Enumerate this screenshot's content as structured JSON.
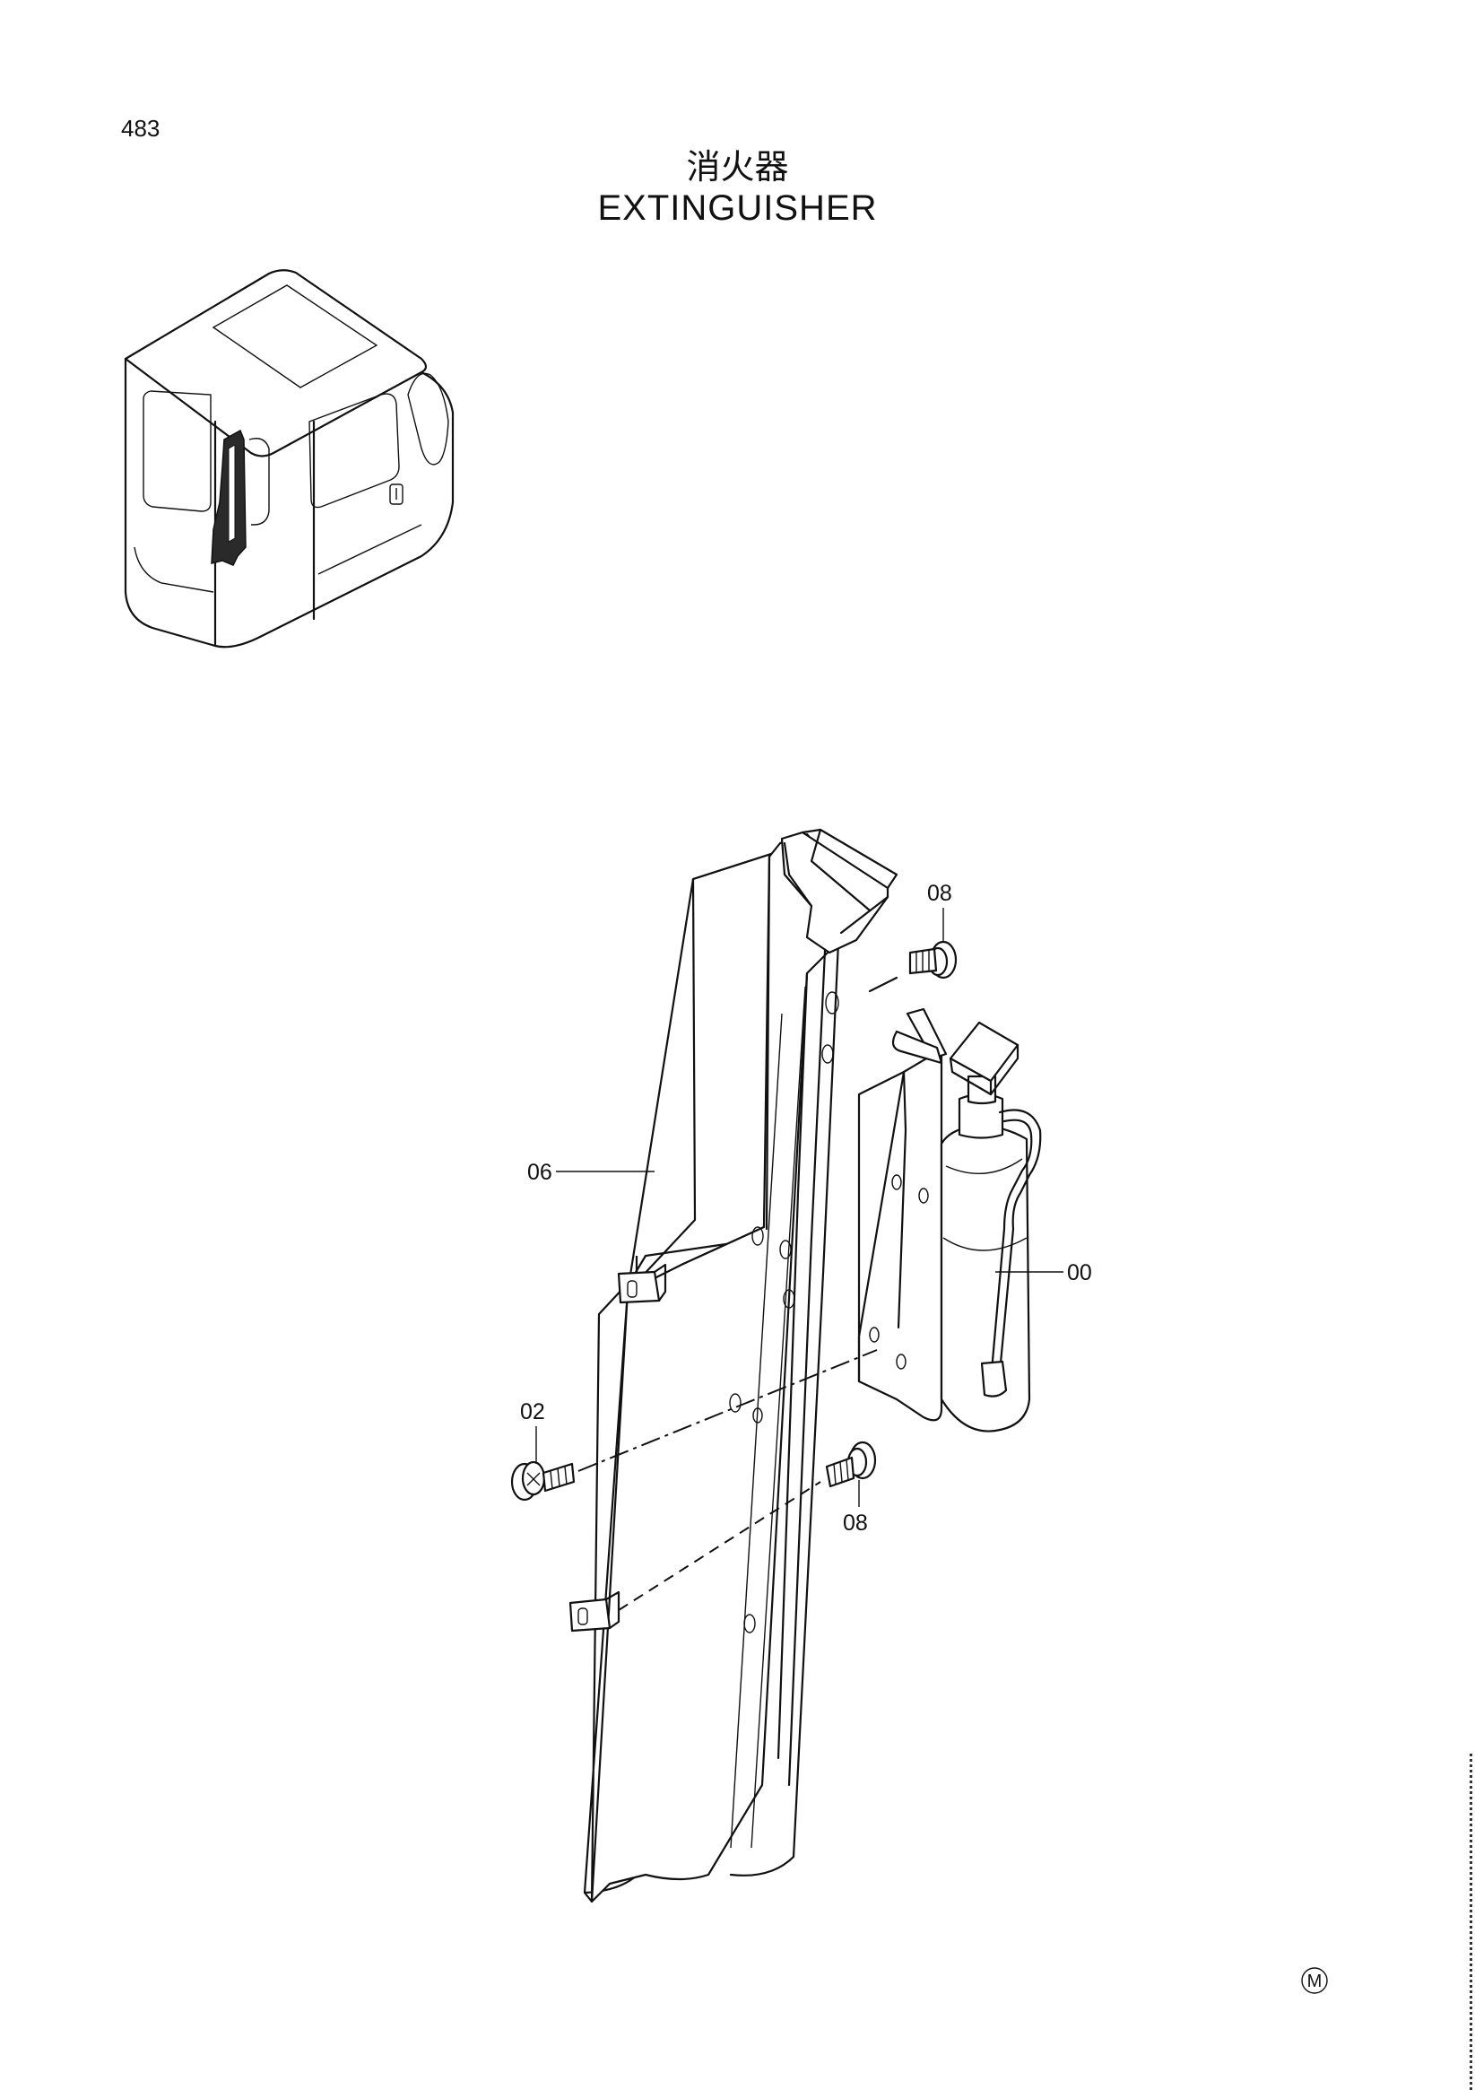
{
  "page_number": "483",
  "title_cn": "消火器",
  "title_en": "EXTINGUISHER",
  "callouts": {
    "c00": "00",
    "c02": "02",
    "c06": "06",
    "c08_top": "08",
    "c08_bottom": "08"
  },
  "mark": "M"
}
